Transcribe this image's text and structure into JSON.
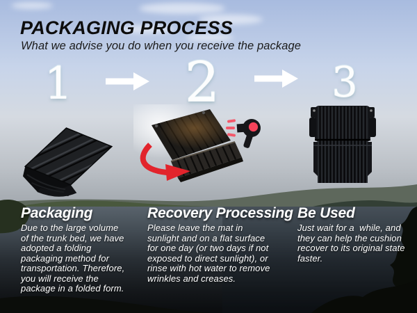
{
  "header": {
    "title": "PACKAGING PROCESS",
    "subtitle": "What we advise you do when you receive the package"
  },
  "steps": [
    {
      "number": "1",
      "heading": "Packaging",
      "body_lines": [
        "Due to the large volume",
        "of the trunk bed, we have",
        "adopted a folding",
        "packaging method for",
        "transportation. Therefore,",
        "you will receive the",
        "package in a folded form."
      ],
      "image": "folded-truck-bed-mat"
    },
    {
      "number": "2",
      "heading": "Recovery Processing",
      "body_lines": [
        "Please leave the mat in",
        "sunlight and on a flat surface",
        "for one day (or two days if not",
        "exposed to direct sunlight), or",
        "rinse with hot water to remove",
        "wrinkles and creases."
      ],
      "image": "unfolding-mat-heated-by-hair-dryer"
    },
    {
      "number": "3",
      "heading": "Be Used",
      "body_lines": [
        "Just wait for a  while, and",
        "they can help the cushion",
        "recover to its original state",
        "faster."
      ],
      "image": "flat-truck-bed-mat"
    }
  ],
  "icons": {
    "arrow_right": "white right arrow between steps",
    "red_curved_arrow": "red unfold-direction arrow",
    "hair_dryer": "hair dryer blowing heat"
  },
  "colors": {
    "title_text": "#0d0d0d",
    "body_text": "#ffffff",
    "accent_red": "#e2242c",
    "hair_dryer_red": "#f4435a",
    "sky_top": "#a8bbdf",
    "water_dark": "#0a0c0e"
  }
}
